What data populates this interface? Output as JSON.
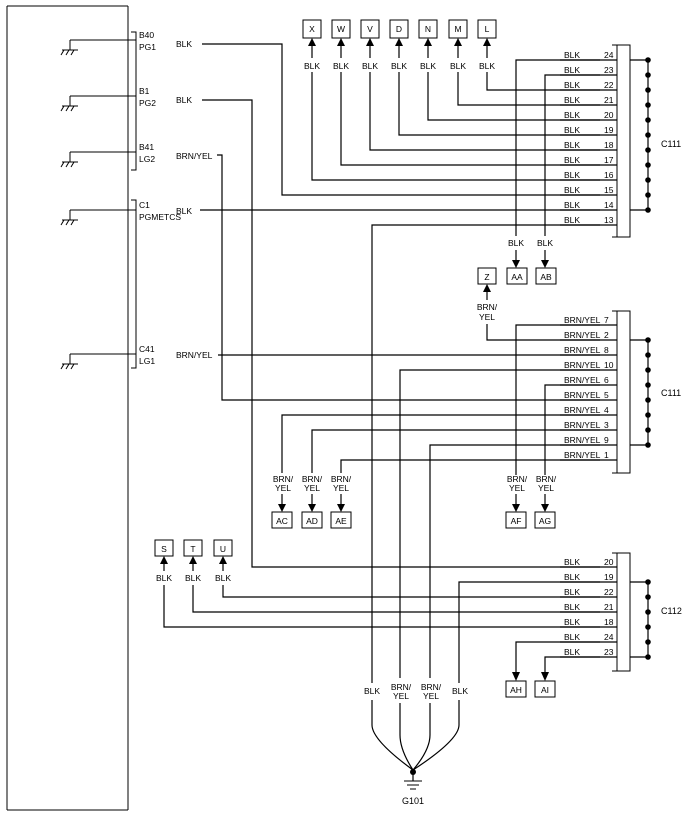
{
  "ecm": {
    "pins": [
      {
        "id": "B40",
        "name": "PG1"
      },
      {
        "id": "B1",
        "name": "PG2"
      },
      {
        "id": "B41",
        "name": "LG2"
      },
      {
        "id": "C1",
        "name": "PGMETCS"
      },
      {
        "id": "C41",
        "name": "LG1"
      }
    ],
    "wire_colors": [
      "BLK",
      "BLK",
      "BRN/YEL",
      "BLK",
      "BRN/YEL"
    ]
  },
  "connectors": {
    "c111_top": {
      "label": "C111",
      "pins": [
        "24",
        "23",
        "22",
        "21",
        "20",
        "19",
        "18",
        "17",
        "16",
        "15",
        "14",
        "13"
      ],
      "colors": [
        "BLK",
        "BLK",
        "BLK",
        "BLK",
        "BLK",
        "BLK",
        "BLK",
        "BLK",
        "BLK",
        "BLK",
        "BLK",
        "BLK"
      ]
    },
    "c111_mid": {
      "label": "C111",
      "pins": [
        "7",
        "2",
        "8",
        "10",
        "6",
        "5",
        "4",
        "3",
        "9",
        "1"
      ],
      "colors": [
        "BRN/YEL",
        "BRN/YEL",
        "BRN/YEL",
        "BRN/YEL",
        "BRN/YEL",
        "BRN/YEL",
        "BRN/YEL",
        "BRN/YEL",
        "BRN/YEL",
        "BRN/YEL"
      ]
    },
    "c112": {
      "label": "C112",
      "pins": [
        "20",
        "19",
        "22",
        "21",
        "18",
        "24",
        "23"
      ],
      "colors": [
        "BLK",
        "BLK",
        "BLK",
        "BLK",
        "BLK",
        "BLK",
        "BLK"
      ]
    }
  },
  "terminals": {
    "top": [
      {
        "name": "X",
        "wire": "BLK"
      },
      {
        "name": "W",
        "wire": "BLK"
      },
      {
        "name": "V",
        "wire": "BLK"
      },
      {
        "name": "D",
        "wire": "BLK"
      },
      {
        "name": "N",
        "wire": "BLK"
      },
      {
        "name": "M",
        "wire": "BLK"
      },
      {
        "name": "L",
        "wire": "BLK"
      }
    ],
    "c111_down": [
      {
        "name": "AA",
        "wire": "BLK"
      },
      {
        "name": "AB",
        "wire": "BLK"
      }
    ],
    "z": {
      "name": "Z",
      "wire": [
        "BRN/",
        "YEL"
      ]
    },
    "mid_left": [
      {
        "name": "AC",
        "wire": [
          "BRN/",
          "YEL"
        ]
      },
      {
        "name": "AD",
        "wire": [
          "BRN/",
          "YEL"
        ]
      },
      {
        "name": "AE",
        "wire": [
          "BRN/",
          "YEL"
        ]
      }
    ],
    "mid_right": [
      {
        "name": "AF",
        "wire": [
          "BRN/",
          "YEL"
        ]
      },
      {
        "name": "AG",
        "wire": [
          "BRN/",
          "YEL"
        ]
      }
    ],
    "stu": [
      {
        "name": "S",
        "wire": "BLK"
      },
      {
        "name": "T",
        "wire": "BLK"
      },
      {
        "name": "U",
        "wire": "BLK"
      }
    ],
    "c112_down": [
      {
        "name": "AH"
      },
      {
        "name": "AI"
      }
    ]
  },
  "ground": {
    "label": "G101",
    "wires": [
      {
        "color": [
          "BLK"
        ]
      },
      {
        "color": [
          "BRN/",
          "YEL"
        ]
      },
      {
        "color": [
          "BRN/",
          "YEL"
        ]
      },
      {
        "color": [
          "BLK"
        ]
      }
    ]
  }
}
